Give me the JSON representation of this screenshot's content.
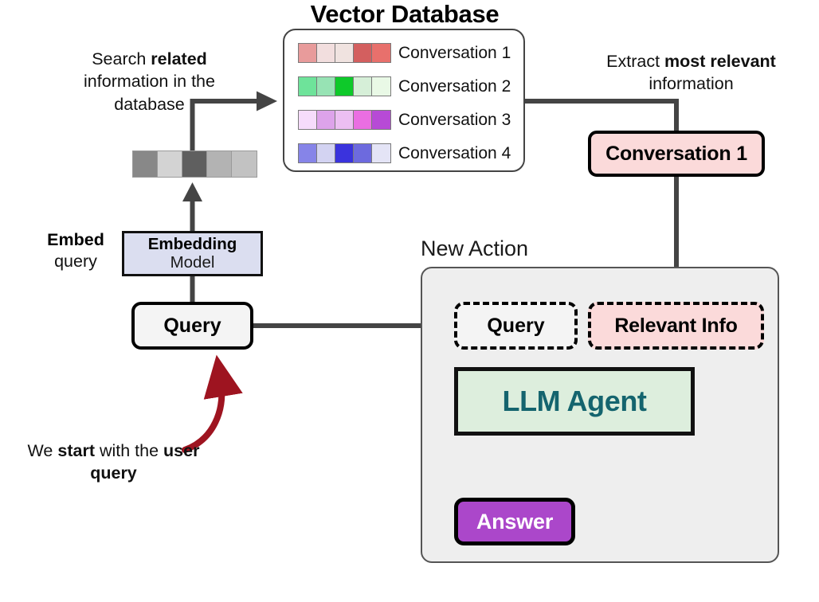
{
  "diagram": {
    "vector_database": {
      "title": "Vector Database",
      "rows": [
        {
          "label": "Conversation 1",
          "colors": [
            "#e89b9b",
            "#f2dede",
            "#f0e3e0",
            "#d35f5f",
            "#e8706c"
          ]
        },
        {
          "label": "Conversation 2",
          "colors": [
            "#6ee39a",
            "#97e3b4",
            "#0ec92a",
            "#d6efd8",
            "#e9f9e6"
          ]
        },
        {
          "label": "Conversation 3",
          "colors": [
            "#f6dcfb",
            "#dda3ea",
            "#ecbff2",
            "#ea6ee2",
            "#b74ad6"
          ]
        },
        {
          "label": "Conversation 4",
          "colors": [
            "#8684e8",
            "#d3d3f2",
            "#3a33dd",
            "#6d6ade",
            "#e4e4f6"
          ]
        }
      ]
    },
    "query_vector": {
      "name": "query-embedding-vector",
      "colors": [
        "#888888",
        "#d3d3d3",
        "#5f5f5f",
        "#b3b3b3",
        "#c2c2c2"
      ]
    },
    "notes": {
      "search": {
        "parts": [
          "Search ",
          "related",
          " information in the database"
        ],
        "plain1": "Search ",
        "bold": "related",
        "plain2": " information in the database"
      },
      "extract": {
        "plain1": "Extract ",
        "bold1": "most relevant",
        "plain2": " information"
      },
      "start": {
        "plain1": "We ",
        "bold1": "start",
        "plain2": " with the ",
        "bold2": "user query"
      }
    },
    "embed_label": {
      "bold": "Embed",
      "normal": "query"
    },
    "boxes": {
      "embedding_model_line1": "Embedding",
      "embedding_model_line2": "Model",
      "query": "Query",
      "conversation_1": "Conversation 1",
      "new_action_title": "New Action",
      "na_query": "Query",
      "na_relevant_info": "Relevant Info",
      "llm_agent": "LLM Agent",
      "answer": "Answer"
    },
    "colors": {
      "accent_arrow": "#444444",
      "start_arrow": "#9e1420",
      "relevant_fill": "#fbdada",
      "agent_fill": "#ddeedd",
      "agent_text": "#14646e",
      "answer_fill": "#ab47ca",
      "embedding_fill": "#dbdef0",
      "panel_fill": "#eeeeee"
    }
  }
}
